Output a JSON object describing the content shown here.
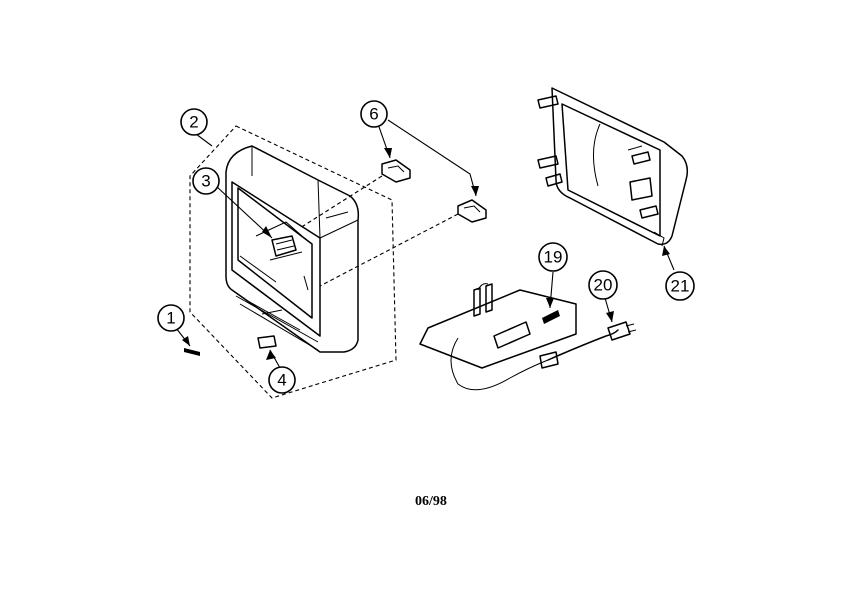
{
  "diagram": {
    "callouts": [
      {
        "id": "c1",
        "label": "1"
      },
      {
        "id": "c2",
        "label": "2"
      },
      {
        "id": "c3",
        "label": "3"
      },
      {
        "id": "c4",
        "label": "4"
      },
      {
        "id": "c6",
        "label": "6"
      },
      {
        "id": "c19",
        "label": "19"
      },
      {
        "id": "c20",
        "label": "20"
      },
      {
        "id": "c21",
        "label": "21"
      }
    ],
    "date_code": "06/98"
  }
}
